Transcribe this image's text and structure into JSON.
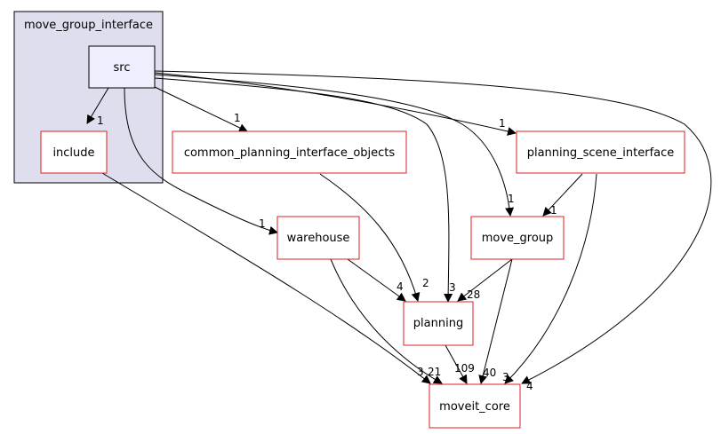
{
  "cluster": {
    "label": "move_group_interface",
    "fill": "#dfdeee",
    "stroke": "#000000"
  },
  "nodes": {
    "src": {
      "label": "src",
      "fill": "#eeeeff",
      "stroke": "#000000"
    },
    "include": {
      "label": "include",
      "fill": "#ffffff",
      "stroke": "#e01f1f"
    },
    "common_planning_interface_objects": {
      "label": "common_planning_interface_objects",
      "fill": "#ffffff",
      "stroke": "#e01f1f"
    },
    "planning_scene_interface": {
      "label": "planning_scene_interface",
      "fill": "#ffffff",
      "stroke": "#e01f1f"
    },
    "warehouse": {
      "label": "warehouse",
      "fill": "#ffffff",
      "stroke": "#e01f1f"
    },
    "move_group": {
      "label": "move_group",
      "fill": "#ffffff",
      "stroke": "#e01f1f"
    },
    "planning": {
      "label": "planning",
      "fill": "#ffffff",
      "stroke": "#e01f1f"
    },
    "moveit_core": {
      "label": "moveit_core",
      "fill": "#ffffff",
      "stroke": "#e01f1f"
    }
  },
  "edges": [
    {
      "id": "src-include",
      "from": "src",
      "to": "include",
      "label": "1"
    },
    {
      "id": "src-common",
      "from": "src",
      "to": "common_planning_interface_objects",
      "label": "1"
    },
    {
      "id": "src-psi",
      "from": "src",
      "to": "planning_scene_interface",
      "label": "1"
    },
    {
      "id": "src-warehouse",
      "from": "src",
      "to": "warehouse",
      "label": "1"
    },
    {
      "id": "src-move_group",
      "from": "src",
      "to": "move_group",
      "label": "1"
    },
    {
      "id": "src-planning",
      "from": "src",
      "to": "planning",
      "label": "3"
    },
    {
      "id": "src-moveit_core",
      "from": "src",
      "to": "moveit_core",
      "label": "4"
    },
    {
      "id": "include-moveit_core",
      "from": "include",
      "to": "moveit_core",
      "label": "3"
    },
    {
      "id": "common-planning",
      "from": "common_planning_interface_objects",
      "to": "planning",
      "label": "2"
    },
    {
      "id": "psi-move_group",
      "from": "planning_scene_interface",
      "to": "move_group",
      "label": "1"
    },
    {
      "id": "psi-moveit_core",
      "from": "planning_scene_interface",
      "to": "moveit_core",
      "label": "3"
    },
    {
      "id": "warehouse-planning",
      "from": "warehouse",
      "to": "planning",
      "label": "4"
    },
    {
      "id": "warehouse-moveit_core",
      "from": "warehouse",
      "to": "moveit_core",
      "label": "21"
    },
    {
      "id": "move_group-planning",
      "from": "move_group",
      "to": "planning",
      "label": "28"
    },
    {
      "id": "move_group-moveit_core",
      "from": "move_group",
      "to": "moveit_core",
      "label": "40"
    },
    {
      "id": "planning-moveit_core",
      "from": "planning",
      "to": "moveit_core",
      "label": "109"
    }
  ]
}
